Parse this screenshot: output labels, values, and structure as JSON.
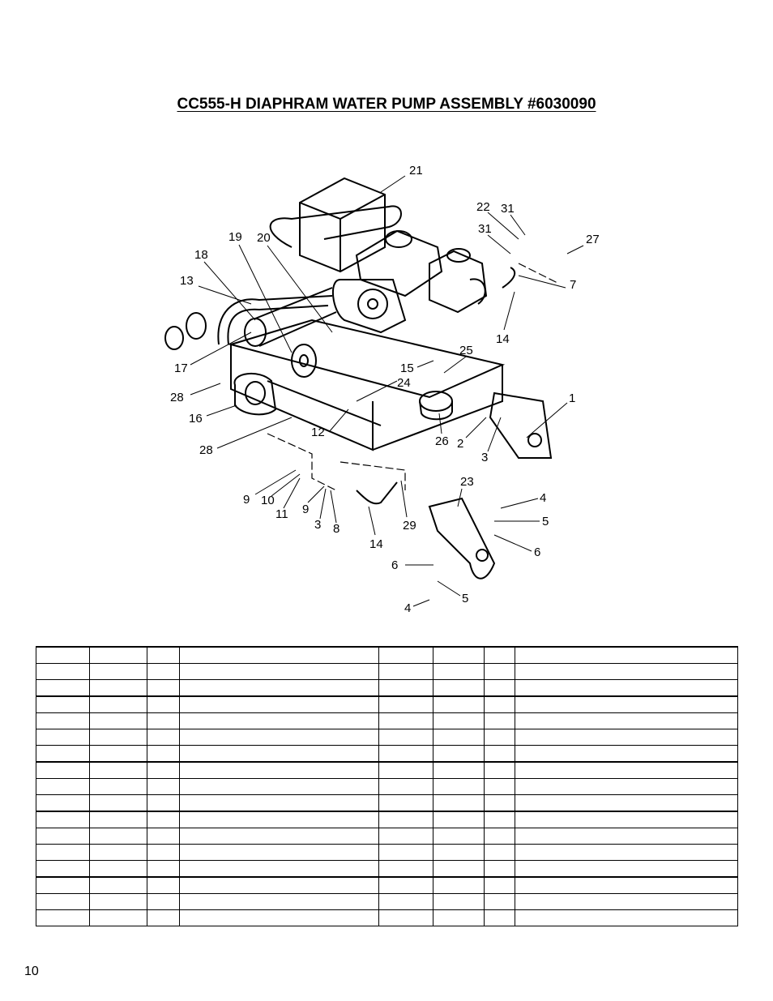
{
  "title": "CC555-H DIAPHRAM WATER PUMP ASSEMBLY #6030090",
  "callouts": [
    "21",
    "22",
    "31",
    "31",
    "27",
    "19",
    "20",
    "18",
    "13",
    "7",
    "14",
    "17",
    "15",
    "25",
    "24",
    "28",
    "1",
    "16",
    "12",
    "26",
    "2",
    "3",
    "28",
    "9",
    "10",
    "11",
    "9",
    "3",
    "8",
    "23",
    "4",
    "5",
    "14",
    "29",
    "6",
    "6",
    "5",
    "4"
  ],
  "table": {
    "rows": 17,
    "cols": 8
  },
  "page_number": "10"
}
